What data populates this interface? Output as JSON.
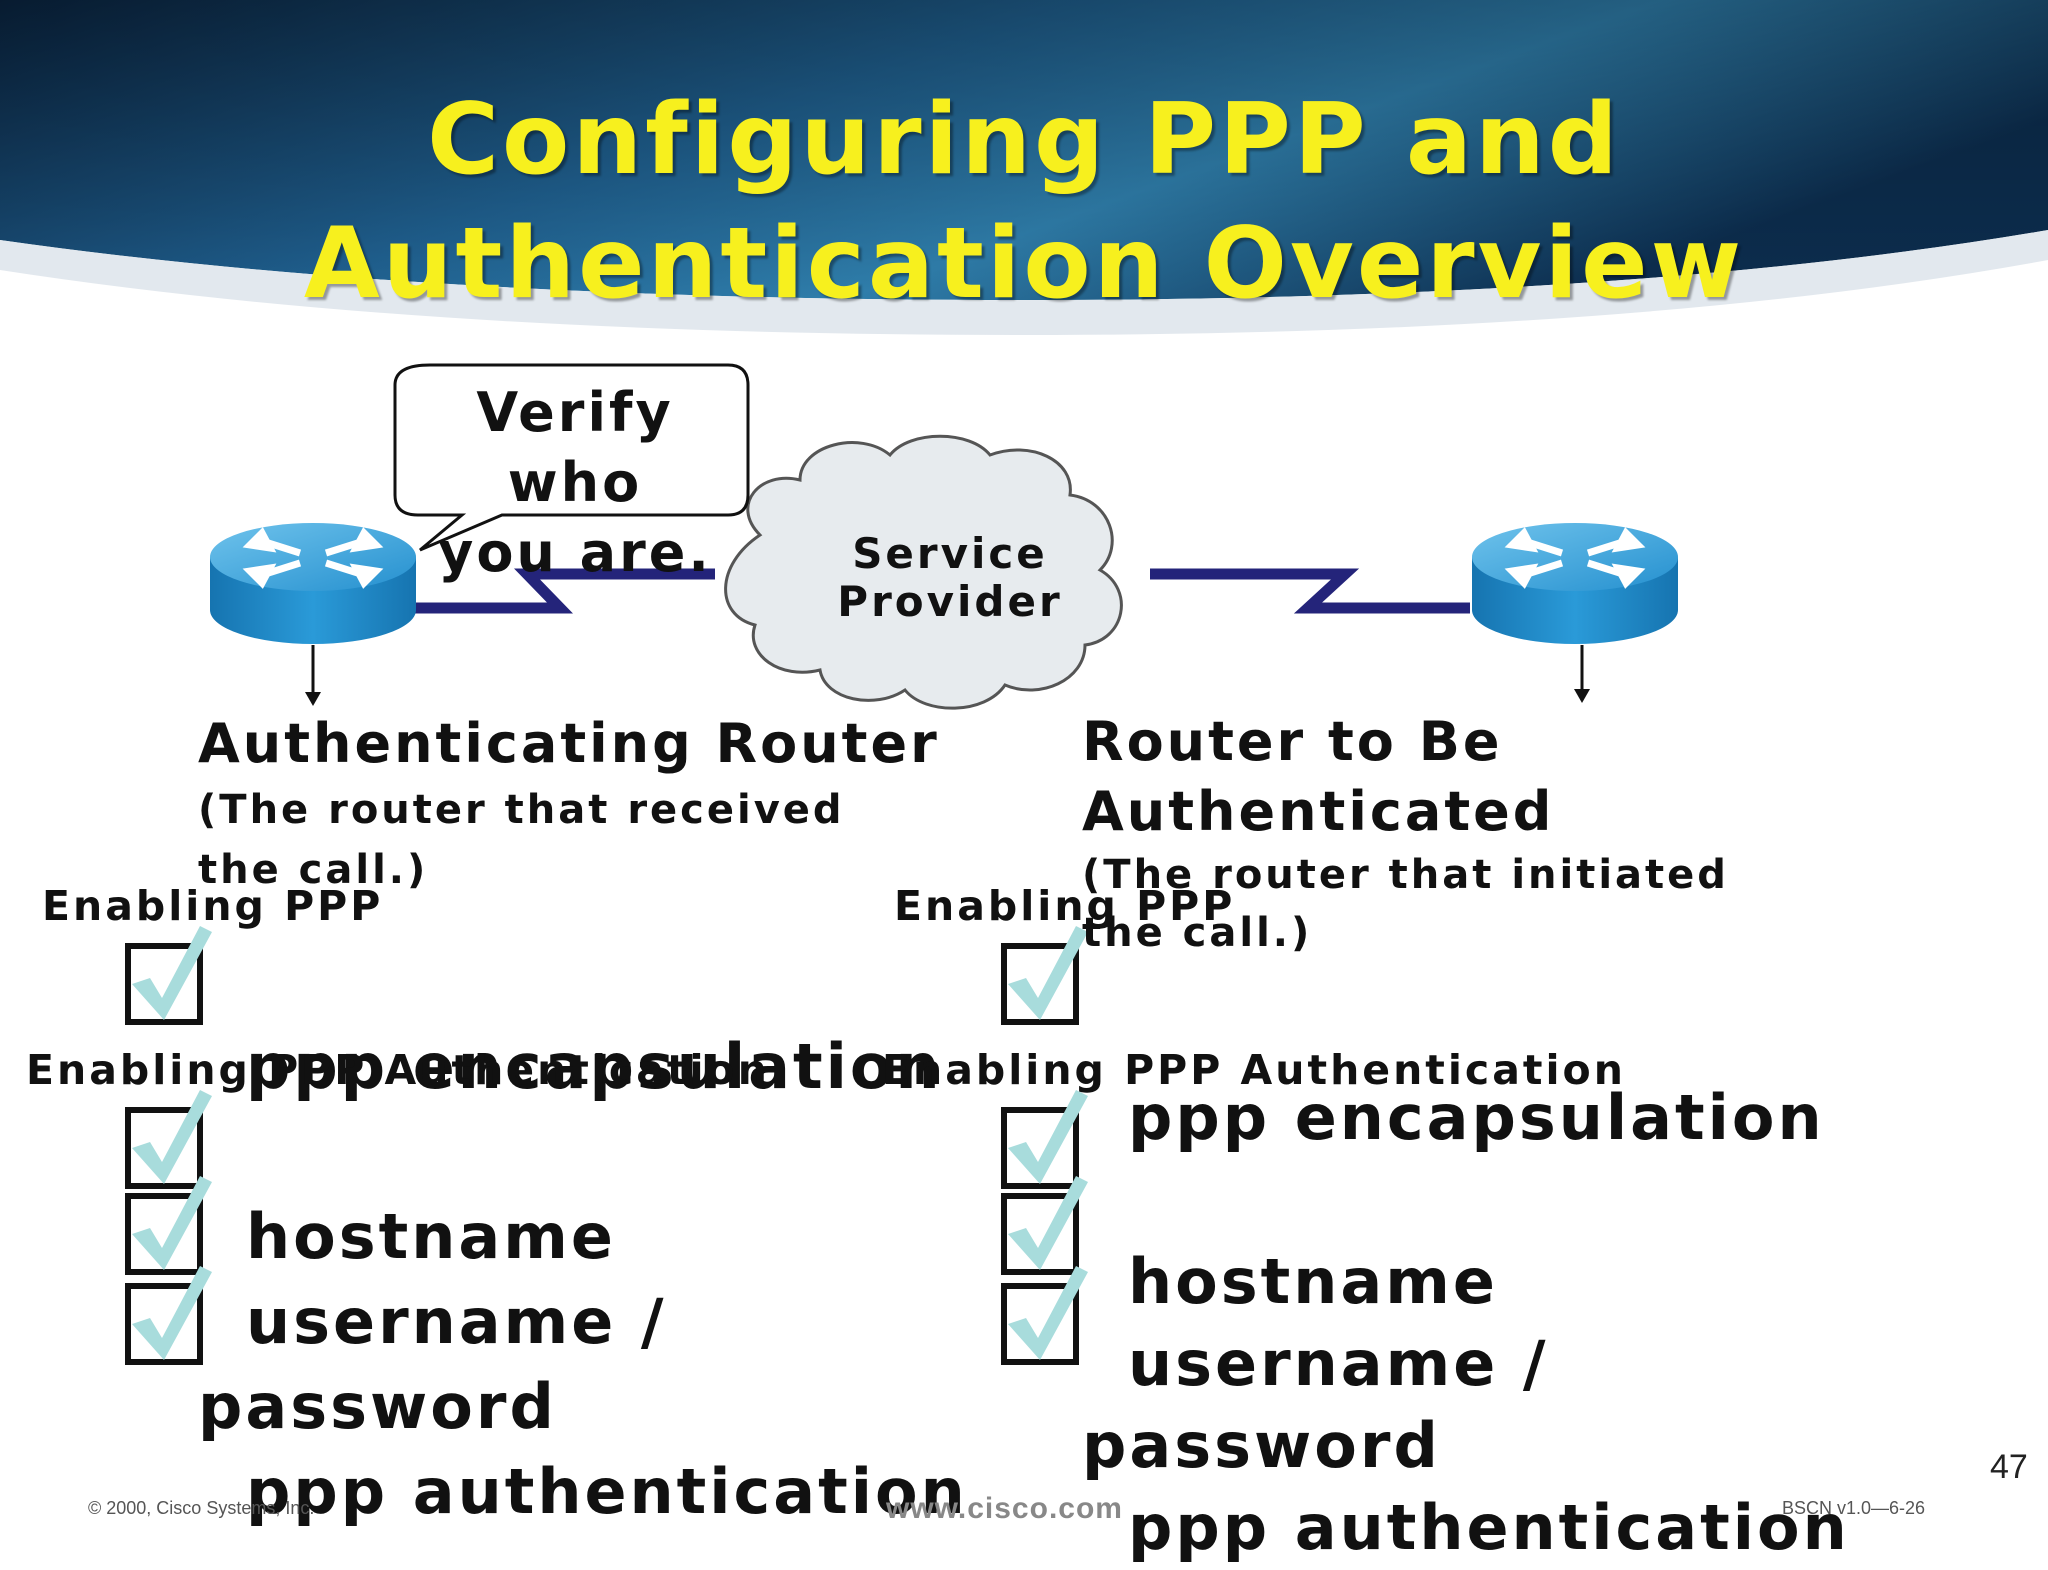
{
  "slide": {
    "title_line1": "Configuring PPP and",
    "title_line2": "Authentication Overview",
    "page_number": "47"
  },
  "diagram": {
    "callout_line1": "Verify who",
    "callout_line2": "you are.",
    "cloud_line1": "Service",
    "cloud_line2": "Provider",
    "left_router": {
      "name": "Authenticating Router",
      "description": "(The router that received the call.)"
    },
    "right_router": {
      "name_line1": "Router to Be",
      "name_line2": "Authenticated",
      "description": "(The router that initiated the call.)"
    }
  },
  "left_column": {
    "enabling_ppp": "Enabling PPP",
    "enabling_auth": "Enabling PPP Authentication",
    "cmd_encapsulation": "ppp encapsulation",
    "cmd_hostname": "hostname",
    "cmd_username": "username /",
    "cmd_password": "password",
    "cmd_authentication": "ppp authentication"
  },
  "right_column": {
    "enabling_ppp": "Enabling PPP",
    "enabling_auth": "Enabling PPP Authentication",
    "cmd_encapsulation": "ppp encapsulation",
    "cmd_hostname": "hostname",
    "cmd_username": "username /",
    "cmd_password": "password",
    "cmd_authentication": "ppp authentication"
  },
  "footer": {
    "copyright": "© 2000, Cisco Systems, Inc.",
    "url": "www.cisco.com",
    "course_code": "BSCN v1.0—6-26"
  },
  "colors": {
    "title": "#f7f01e",
    "header_dark": "#0b2a4a",
    "header_light": "#2a78a8",
    "router_blue": "#1f86c4",
    "serial_line": "#24247a",
    "check_mark": "#a8dcdc",
    "cloud_fill": "#e7ebee"
  },
  "icons": {
    "router": "router-icon",
    "cloud": "cloud-icon",
    "checkbox": "checkbox-checked-icon"
  }
}
